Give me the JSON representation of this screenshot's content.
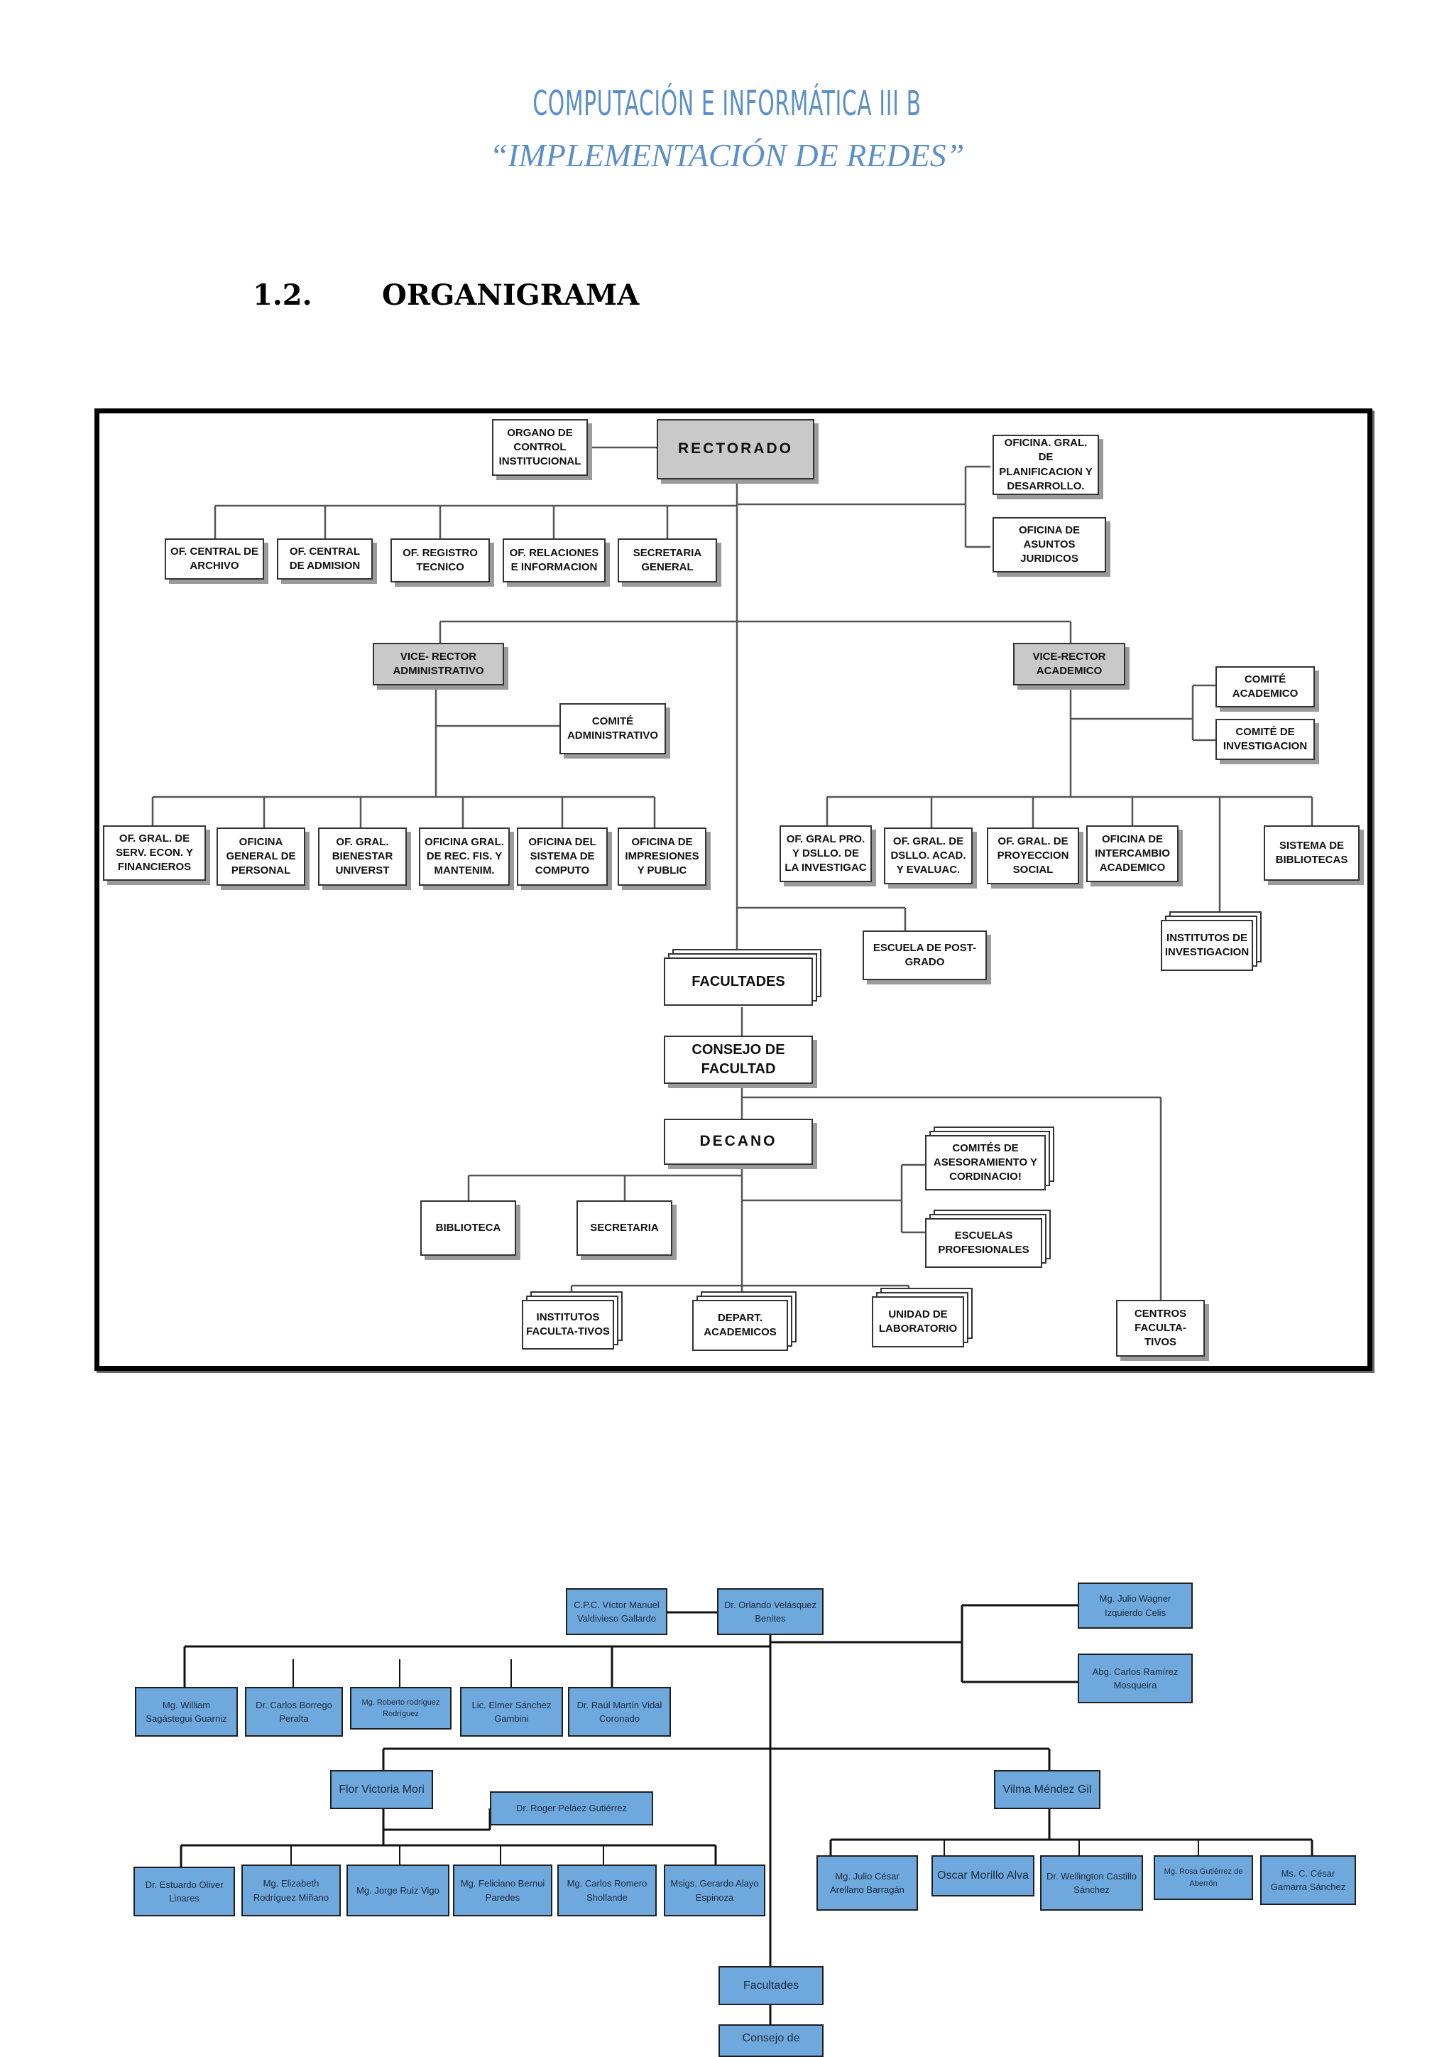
{
  "header": {
    "line1": "COMPUTACIÓN E INFORMÁTICA III B",
    "line2": "“IMPLEMENTACIÓN DE REDES”"
  },
  "section": {
    "number": "1.2.",
    "title": "ORGANIGRAMA"
  },
  "org1": {
    "organo_control": "ORGANO DE CONTROL INSTITUCIONAL",
    "rectorado": "RECTORADO",
    "planificacion": "OFICINA. GRAL. DE PLANIFICACION Y DESARROLLO.",
    "asuntos_juridicos": "OFICINA DE ASUNTOS JURIDICOS",
    "archivo": "OF. CENTRAL DE ARCHIVO",
    "admision": "OF. CENTRAL DE ADMISION",
    "registro": "OF. REGISTRO TECNICO",
    "relaciones": "OF. RELACIONES E INFORMACION",
    "secretaria_general": "SECRETARIA GENERAL",
    "vice_admin": "VICE- RECTOR ADMINISTRATIVO",
    "vice_acad": "VICE-RECTOR ACADEMICO",
    "comite_admin": "COMITÉ ADMINISTRATIVO",
    "comite_acad": "COMITÉ ACADEMICO",
    "comite_inv": "COMITÉ DE INVESTIGACION",
    "serv_econ": "OF. GRAL. DE SERV. ECON. Y FINANCIEROS",
    "personal": "OFICINA GENERAL DE PERSONAL",
    "bienestar": "OF. GRAL. BIENESTAR UNIVERST",
    "rec_fis": "OFICINA GRAL. DE REC. FIS. Y MANTENIM.",
    "computo": "OFICINA DEL SISTEMA DE COMPUTO",
    "impresiones": "OFICINA DE IMPRESIONES Y PUBLIC",
    "pro_investig": "OF. GRAL PRO. Y DSLLO. DE LA INVESTIGAC",
    "dsllo_acad": "OF. GRAL. DE DSLLO. ACAD. Y EVALUAC.",
    "proyeccion": "OF. GRAL. DE PROYECCION SOCIAL",
    "intercambio": "OFICINA DE INTERCAMBIO ACADEMICO",
    "bibliotecas": "SISTEMA DE BIBLIOTECAS",
    "post_grado": "ESCUELA DE POST-GRADO",
    "institutos_inv": "INSTITUTOS DE INVESTIGACION",
    "facultades": "FACULTADES",
    "consejo": "CONSEJO DE FACULTAD",
    "decano": "DECANO",
    "comites_ases": "COMITÉS DE ASESORAMIENTO Y CORDINACIO!",
    "escuelas": "ESCUELAS PROFESIONALES",
    "biblioteca": "BIBLIOTECA",
    "secretaria": "SECRETARIA",
    "institutos_fac": "INSTITUTOS FACULTA-TIVOS",
    "depart": "DEPART. ACADEMICOS",
    "laboratorio": "UNIDAD DE LABORATORIO",
    "centros": "CENTROS FACULTA- TIVOS"
  },
  "org2": {
    "valdivieso": "C.P.C. Víctor Manuel Valdivieso Gallardo",
    "velasquez": "Dr. Orlando Velásquez Benites",
    "izquierdo": "Mg. Julio Wagner Izquierdo Celis",
    "ramirez": "Abg. Carlos Ramírez Mosqueira",
    "sagastegui": "Mg. William Sagástegui Guarniz",
    "borrego": "Dr. Carlos Borrego Peralta",
    "rodriguez": "Mg. Roberto rodríguez Rodríguez",
    "sanchez": "Lic. Elmer Sánchez Gambini",
    "vidal": "Dr. Raúl Martín Vidal Coronado",
    "mori": "Flor Victoria Mori",
    "pelaez": "Dr. Roger Peláez Gutiérrez",
    "mendez": "Vilma Méndez Gil",
    "oliver": "Dr. Estuardo Oliver Linares",
    "mifano": "Mg. Elizabeth Rodríguez Miñano",
    "ruiz": "Mg. Jorge Ruiz Vigo",
    "bernui": "Mg. Feliciano Bernui Paredes",
    "romero": "Mg. Carlos Romero Shollande",
    "alayo": "Msigs. Gerardo Alayo Espinoza",
    "arellano": "Mg. Julio César Arellano Barragán",
    "morillo": "Oscar Morillo Alva",
    "castillo": "Dr. Wellington Castillo Sánchez",
    "gutierrez": "Mg. Rosa Gutiérrez de Aberrón",
    "gamarra": "Ms. C. César Gamarra Sánchez",
    "facultades": "Facultades",
    "consejo": "Consejo de"
  }
}
